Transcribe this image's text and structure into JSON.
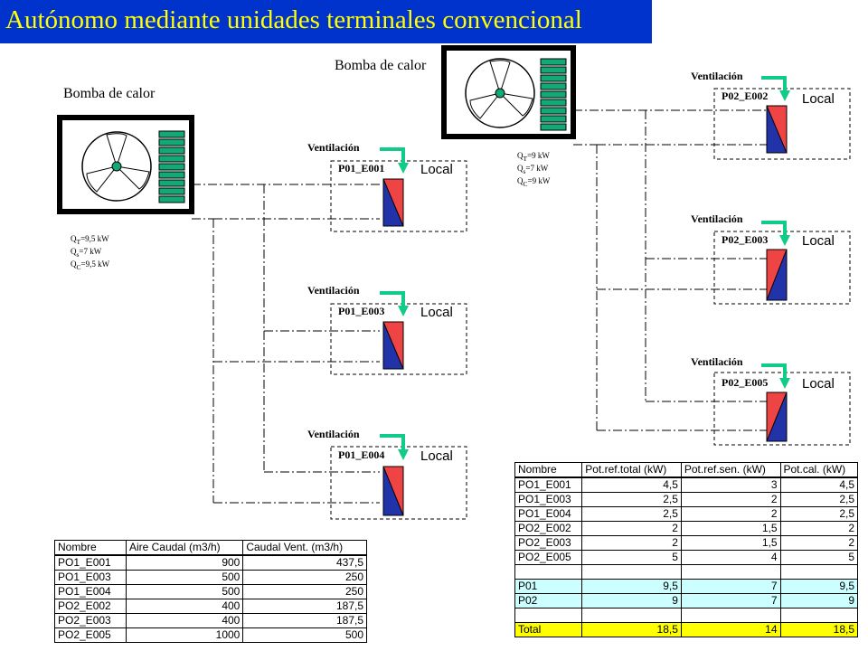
{
  "title": "Autónomo mediante unidades terminales convencional",
  "heat_pumps": [
    {
      "label": "Bomba de calor",
      "specs": [
        {
          "symbol": "Q",
          "sub": "T",
          "value": "=9,5 kW"
        },
        {
          "symbol": "Q",
          "sub": "s",
          "value": "=7 kW"
        },
        {
          "symbol": "Q",
          "sub": "C",
          "value": "=9,5 kW"
        }
      ]
    },
    {
      "label": "Bomba de calor",
      "specs": [
        {
          "symbol": "Q",
          "sub": "T",
          "value": "=9 kW"
        },
        {
          "symbol": "Q",
          "sub": "s",
          "value": "=7 kW"
        },
        {
          "symbol": "Q",
          "sub": "C",
          "value": "=9 kW"
        }
      ]
    }
  ],
  "rooms": [
    {
      "name": "P01_E001",
      "ventilation": "Ventilación",
      "local": "Local"
    },
    {
      "name": "P01_E003",
      "ventilation": "Ventilación",
      "local": "Local"
    },
    {
      "name": "P01_E004",
      "ventilation": "Ventilación",
      "local": "Local"
    },
    {
      "name": "P02_E002",
      "ventilation": "Ventilación",
      "local": "Local"
    },
    {
      "name": "P02_E003",
      "ventilation": "Ventilación",
      "local": "Local"
    },
    {
      "name": "P02_E005",
      "ventilation": "Ventilación",
      "local": "Local"
    }
  ],
  "airflow_table": {
    "headers": [
      "Nombre",
      "Aire Caudal (m3/h)",
      "Caudal Vent. (m3/h)"
    ],
    "rows": [
      [
        "PO1_E001",
        "900",
        "437,5"
      ],
      [
        "PO1_E003",
        "500",
        "250"
      ],
      [
        "PO1_E004",
        "500",
        "250"
      ],
      [
        "PO2_E002",
        "400",
        "187,5"
      ],
      [
        "PO2_E003",
        "400",
        "187,5"
      ],
      [
        "PO2_E005",
        "1000",
        "500"
      ]
    ]
  },
  "power_table": {
    "headers": [
      "Nombre",
      "Pot.ref.total (kW)",
      "Pot.ref.sen. (kW)",
      "Pot.cal. (kW)"
    ],
    "rows": [
      [
        "PO1_E001",
        "4,5",
        "3",
        "4,5"
      ],
      [
        "PO1_E003",
        "2,5",
        "2",
        "2,5"
      ],
      [
        "PO1_E004",
        "2,5",
        "2",
        "2,5"
      ],
      [
        "PO2_E002",
        "2",
        "1,5",
        "2"
      ],
      [
        "PO2_E003",
        "2",
        "1,5",
        "2"
      ],
      [
        "PO2_E005",
        "5",
        "4",
        "5"
      ]
    ],
    "subtotals": [
      [
        "P01",
        "9,5",
        "7",
        "9,5"
      ],
      [
        "P02",
        "9",
        "7",
        "9"
      ]
    ],
    "total": [
      "Total",
      "18,5",
      "14",
      "18,5"
    ]
  },
  "colors": {
    "title_bg": "#0033cc",
    "title_text": "#ffff00",
    "fan_hub": "#11aa77",
    "coil": "#11aa77",
    "vent_arrow": "#11cc88",
    "unit_red": "#ee4444",
    "unit_blue": "#2233aa",
    "subtotal_fill": "#ccffff",
    "total_fill": "#ffff00"
  }
}
